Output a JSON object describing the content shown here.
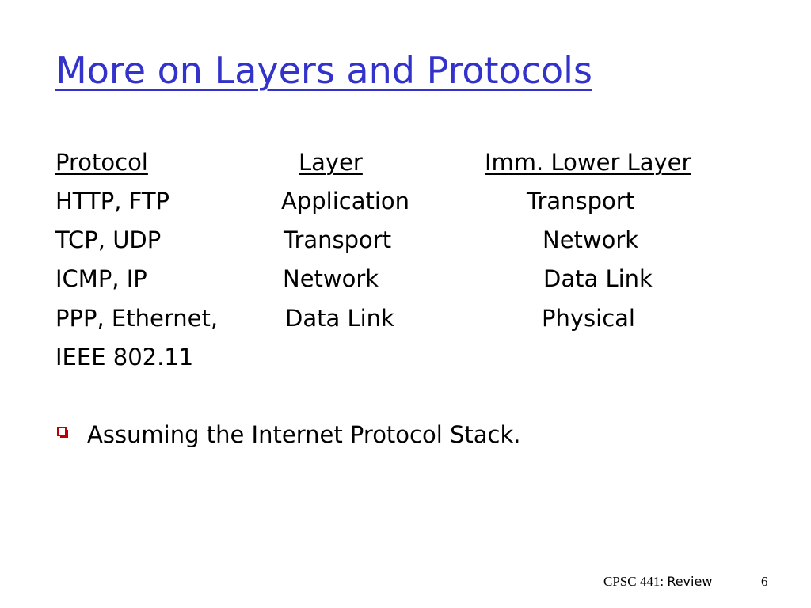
{
  "slide": {
    "title": "More on Layers and Protocols",
    "table": {
      "headers": {
        "protocol": "Protocol",
        "layer": "Layer",
        "lower": "Imm. Lower Layer"
      },
      "rows": [
        {
          "protocol": "HTTP, FTP",
          "layer": "Application",
          "lower": "Transport"
        },
        {
          "protocol": "TCP, UDP",
          "layer": "Transport",
          "lower": "Network"
        },
        {
          "protocol": "ICMP, IP",
          "layer": "Network",
          "lower": "Data Link"
        },
        {
          "protocol": "PPP, Ethernet,",
          "layer": "Data Link",
          "lower": "Physical"
        },
        {
          "protocol": "IEEE 802.11",
          "layer": "",
          "lower": ""
        }
      ]
    },
    "bullets": [
      "Assuming the Internet Protocol Stack."
    ],
    "footer": {
      "course": "CPSC 441:",
      "topic": "Review",
      "page": "6"
    }
  },
  "colors": {
    "title": "#3333cc",
    "bullet": "#c00000",
    "text": "#000000",
    "background": "#ffffff"
  }
}
